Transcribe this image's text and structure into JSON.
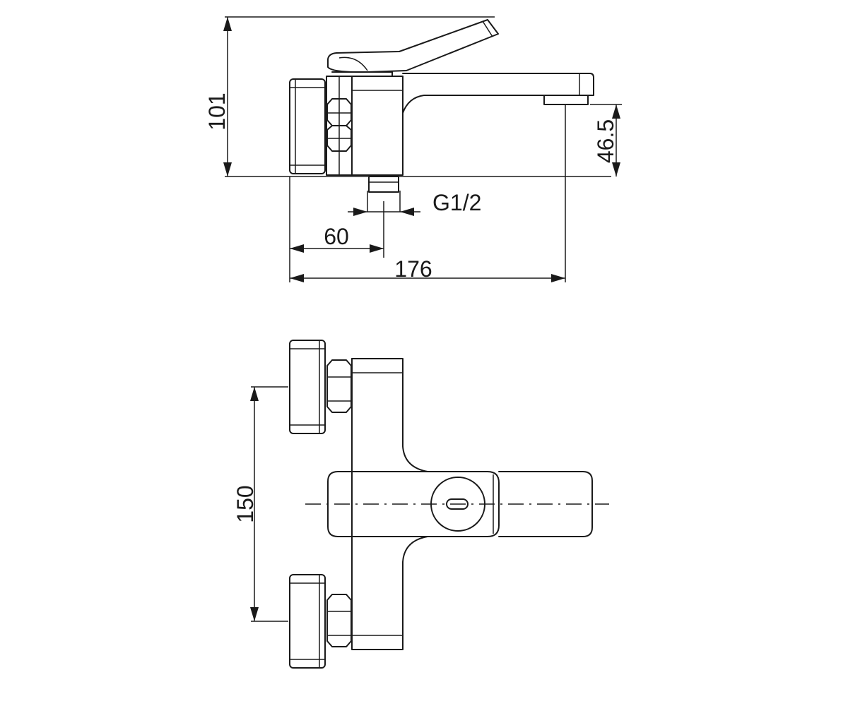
{
  "dimensions": {
    "total_height": "101",
    "spout_height": "46.5",
    "thread_size": "G1/2",
    "inlet_offset": "60",
    "total_depth": "176",
    "inlet_spacing": "150"
  },
  "colors": {
    "line": "#1a1a1a",
    "background": "#ffffff"
  }
}
